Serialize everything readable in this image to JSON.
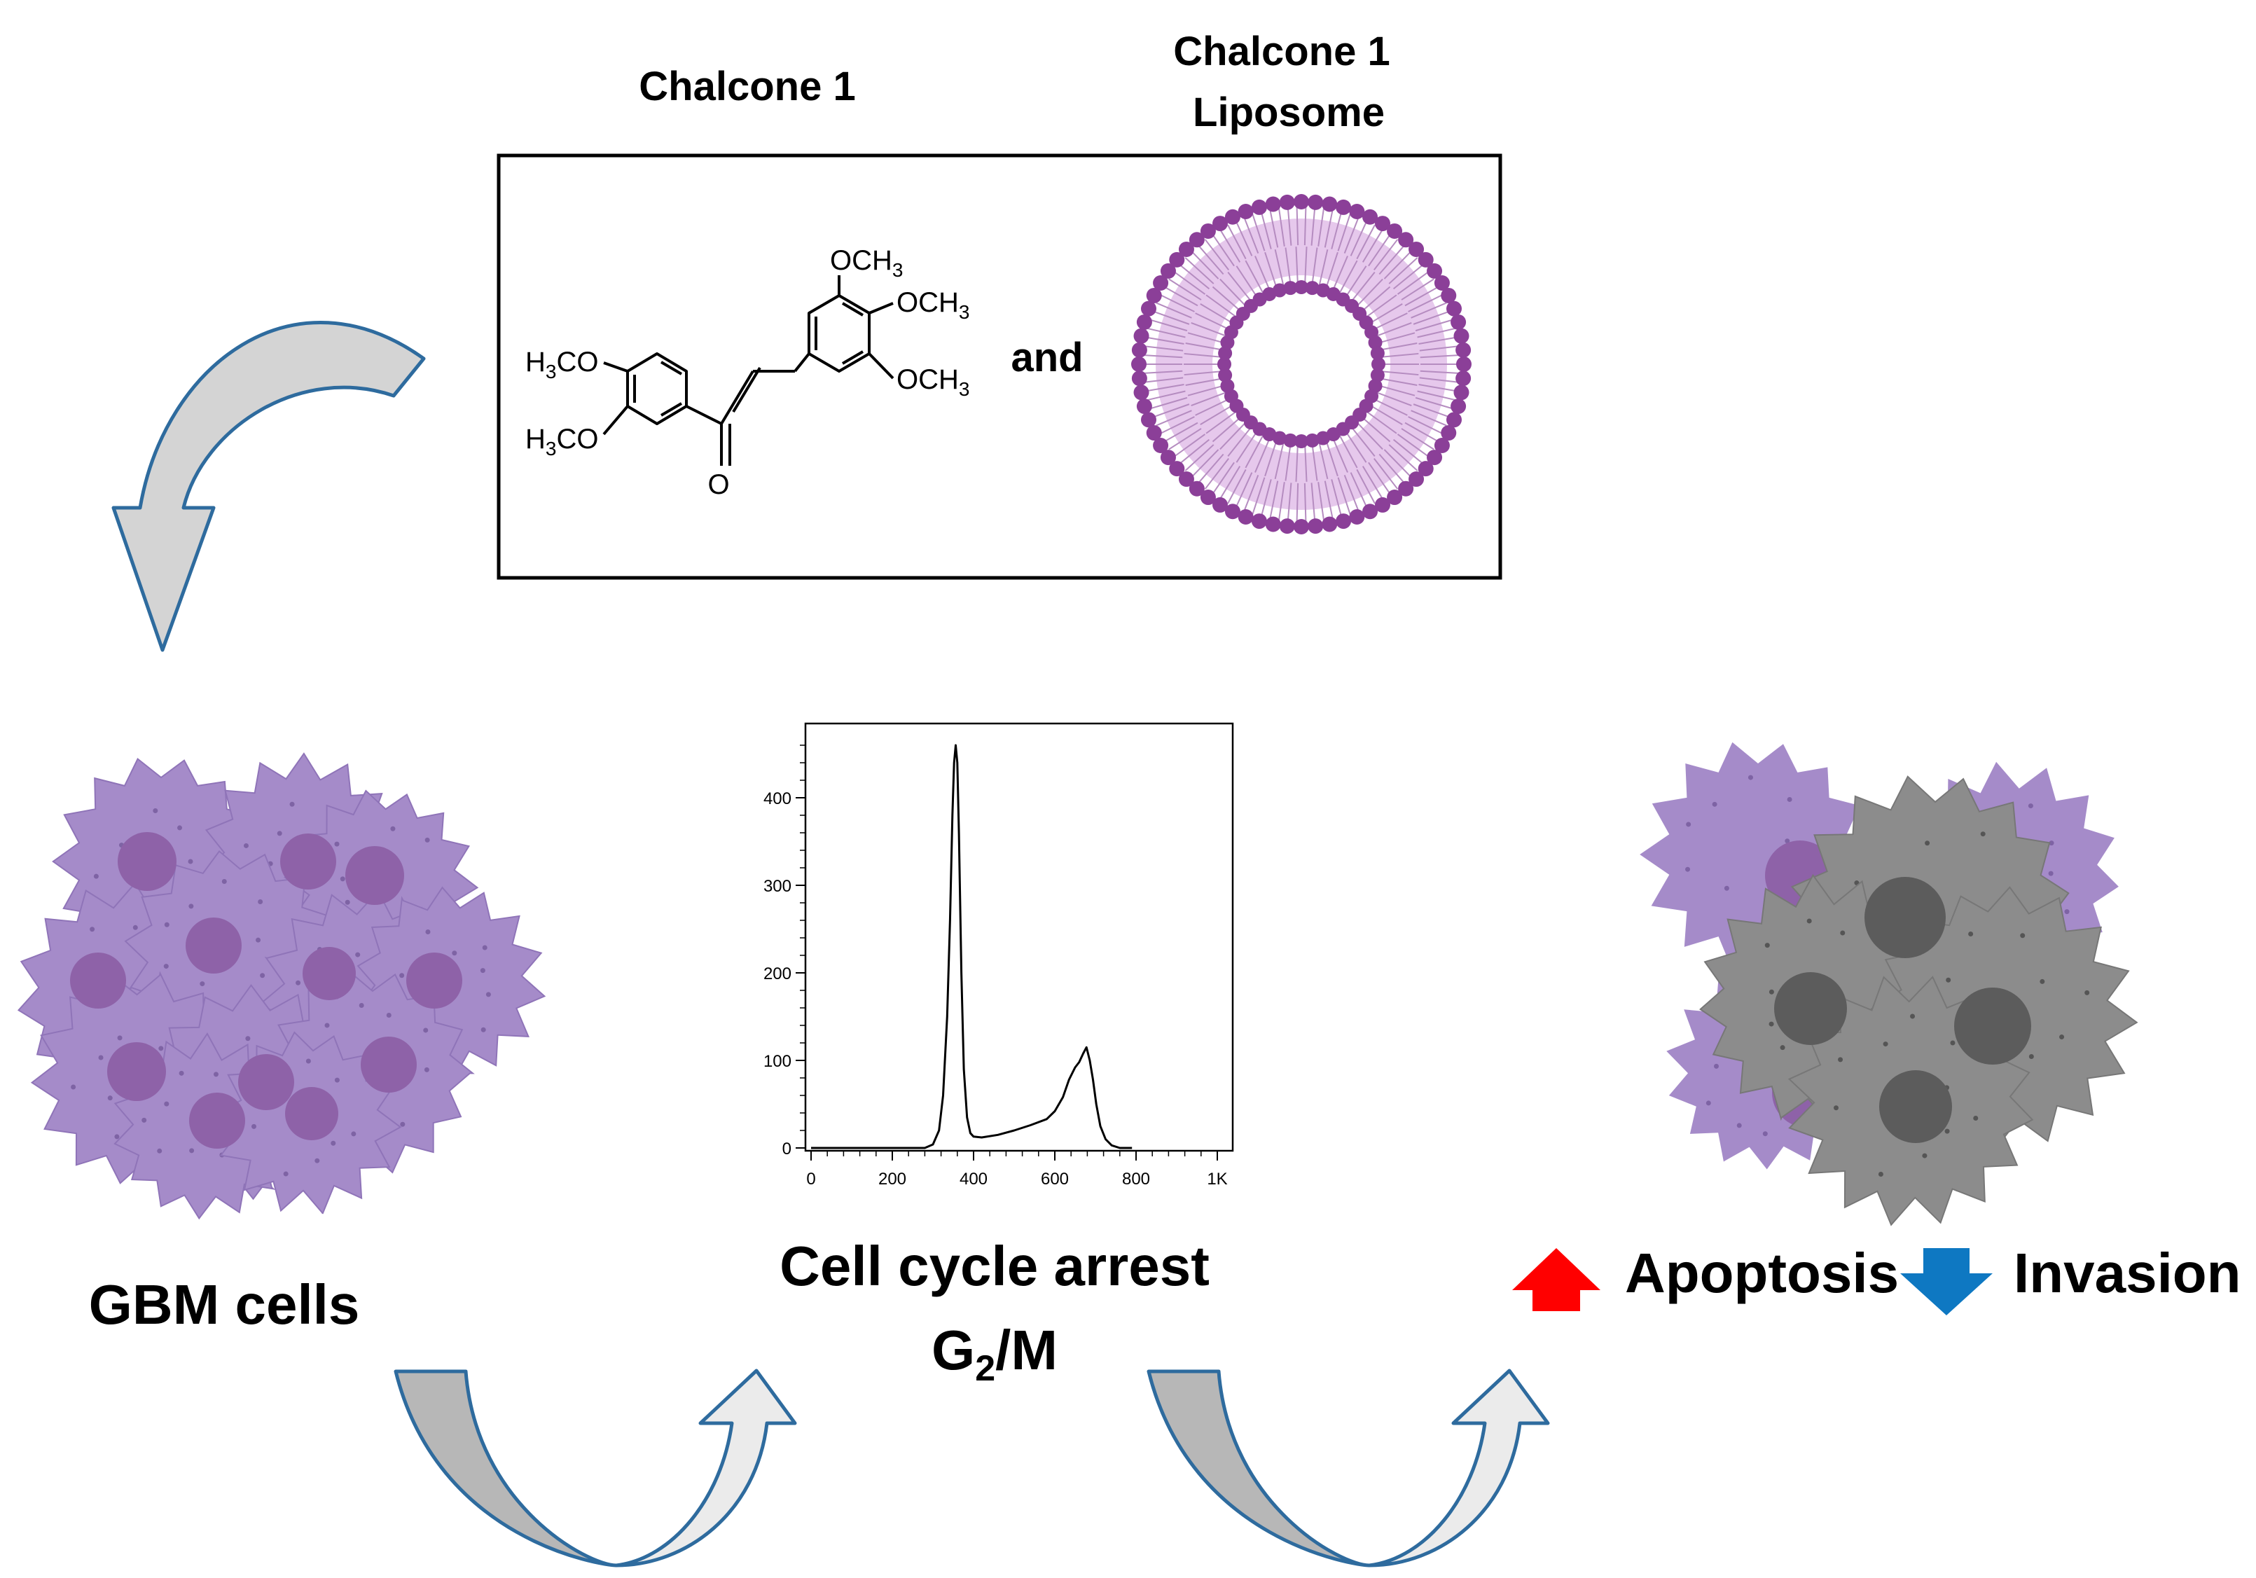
{
  "headers": {
    "chalcone1": "Chalcone 1",
    "liposome_line1": "Chalcone 1",
    "liposome_line2": "Liposome"
  },
  "structure_labels": {
    "och3_top": "OCH",
    "och3_top_sub": "3",
    "och3_mid": "OCH",
    "och3_mid_sub": "3",
    "och3_bot": "OCH",
    "och3_bot_sub": "3",
    "h3co_top_h": "H",
    "h3co_top_sub": "3",
    "h3co_top_rest": "CO",
    "h3co_bot_h": "H",
    "h3co_bot_sub": "3",
    "h3co_bot_rest": "CO",
    "oxygen": "O",
    "and": "and"
  },
  "labels": {
    "gbm_cells": "GBM cells",
    "cell_cycle_line1": "Cell cycle arrest",
    "g2m_g": "G",
    "g2m_sub": "2",
    "g2m_rest": "/M",
    "apoptosis": "Apoptosis",
    "invasion": "Invasion"
  },
  "colors": {
    "cell_purple": "#A58BC9",
    "nucleus_purple": "#8E62A8",
    "cell_gray": "#8C8C8C",
    "nucleus_gray": "#5C5C5C",
    "liposome_head": "#8B3F98",
    "liposome_tail": "#E6C8EC",
    "arrow_outline": "#2E6B9E",
    "arrow_fill_dark": "#B7B7B7",
    "arrow_fill_light": "#EBEBEB",
    "up_arrow": "#FF0000",
    "down_arrow": "#0E78C2"
  },
  "indicators": {
    "apoptosis": "up-arrow",
    "invasion": "down-arrow"
  },
  "chart_data": {
    "type": "line",
    "title": "",
    "xlabel": "",
    "ylabel": "",
    "xlim": [
      0,
      1000
    ],
    "ylim": [
      0,
      480
    ],
    "x_ticks": [
      "0",
      "200",
      "400",
      "600",
      "800",
      "1K"
    ],
    "x_tick_values": [
      0,
      200,
      400,
      600,
      800,
      1000
    ],
    "y_ticks": [
      "0",
      "100",
      "200",
      "300",
      "400"
    ],
    "y_tick_values": [
      0,
      100,
      200,
      300,
      400
    ],
    "grid": false,
    "series": [
      {
        "x": [
          0,
          280,
          300,
          315,
          325,
          335,
          342,
          348,
          352,
          356,
          360,
          364,
          370,
          376,
          384,
          392,
          400,
          420,
          460,
          500,
          540,
          580,
          600,
          620,
          635,
          650,
          660,
          670,
          678,
          686,
          694,
          702,
          712,
          725,
          740,
          760,
          790
        ],
        "values": [
          0,
          0,
          4,
          20,
          60,
          150,
          260,
          380,
          440,
          460,
          440,
          360,
          200,
          90,
          35,
          17,
          13,
          12,
          15,
          20,
          26,
          33,
          42,
          58,
          78,
          92,
          98,
          108,
          115,
          100,
          78,
          50,
          25,
          10,
          3,
          0,
          0
        ]
      }
    ]
  }
}
